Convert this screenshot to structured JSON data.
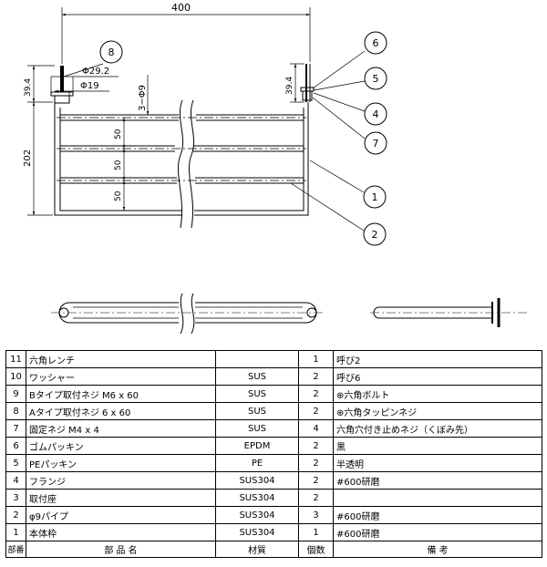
{
  "drawing": {
    "dimensions": {
      "width": "400",
      "height": "202",
      "flange_dia": "Φ29.2",
      "base_dia": "Φ19",
      "pipe": "3−Φ9",
      "left_height": "39.4",
      "right_height": "39.4",
      "pitch_1": "50",
      "pitch_2": "50",
      "pitch_3": "50"
    },
    "balloons": [
      "8",
      "6",
      "5",
      "4",
      "7",
      "1",
      "2"
    ]
  },
  "parts_table": {
    "headers": {
      "no": "部番",
      "name": "部 品 名",
      "material": "材質",
      "qty": "個数",
      "note": "備 考"
    },
    "rows": [
      {
        "no": "11",
        "name": "六角レンチ",
        "material": "",
        "qty": "1",
        "note": "呼び2"
      },
      {
        "no": "10",
        "name": "ワッシャー",
        "material": "SUS",
        "qty": "2",
        "note": "呼び6"
      },
      {
        "no": "9",
        "name": "Bタイプ取付ネジ M6 x 60",
        "material": "SUS",
        "qty": "2",
        "note": "⊕六角ボルト"
      },
      {
        "no": "8",
        "name": "Aタイプ取付ネジ 6 x 60",
        "material": "SUS",
        "qty": "2",
        "note": "⊕六角タッピンネジ"
      },
      {
        "no": "7",
        "name": "固定ネジ M4 x 4",
        "material": "SUS",
        "qty": "4",
        "note": "六角穴付き止めネジ（くぼみ先）"
      },
      {
        "no": "6",
        "name": "ゴムパッキン",
        "material": "EPDM",
        "qty": "2",
        "note": "黒"
      },
      {
        "no": "5",
        "name": "PEパッキン",
        "material": "PE",
        "qty": "2",
        "note": "半透明"
      },
      {
        "no": "4",
        "name": "フランジ",
        "material": "SUS304",
        "qty": "2",
        "note": "#600研磨"
      },
      {
        "no": "3",
        "name": "取付座",
        "material": "SUS304",
        "qty": "2",
        "note": ""
      },
      {
        "no": "2",
        "name": "φ9パイプ",
        "material": "SUS304",
        "qty": "3",
        "note": "#600研磨"
      },
      {
        "no": "1",
        "name": "本体枠",
        "material": "SUS304",
        "qty": "1",
        "note": "#600研磨"
      }
    ]
  }
}
